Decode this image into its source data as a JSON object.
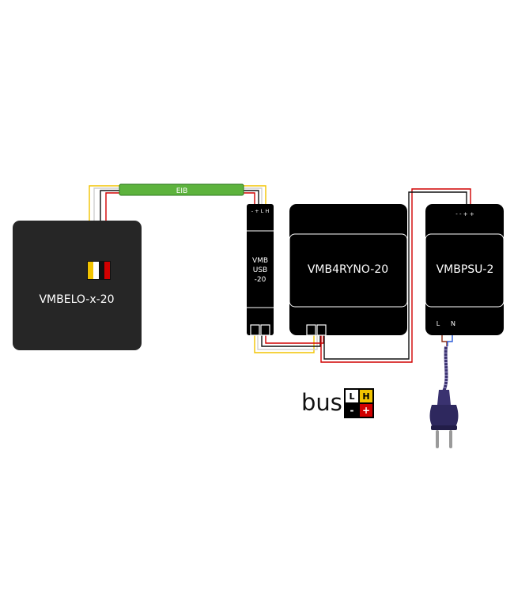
{
  "devices": {
    "elo_label": "VMBELO-x-20",
    "usb_terminals": "- + L H",
    "usb_label": [
      "VMB",
      "USB",
      "-20"
    ],
    "ryno_label": "VMB4RYNO-20",
    "psu_terminals": "- - + +",
    "psu_label": "VMBPSU-2",
    "psu_input_l": "L",
    "psu_input_n": "N"
  },
  "cable": {
    "label": "EIB"
  },
  "legend": {
    "word": "bus",
    "top_left": "L",
    "top_right": "H",
    "bottom_left": "-",
    "bottom_right": "+"
  },
  "colors": {
    "device": "#000000",
    "elo_panel": "#262626",
    "cable_green": "#5db33d",
    "wire_yellow": "#f2c300",
    "wire_white": "#ffffff",
    "wire_red": "#d10000",
    "wire_black": "#111111",
    "wire_brown": "#8b2e16",
    "plug_blue": "#3a3270"
  }
}
